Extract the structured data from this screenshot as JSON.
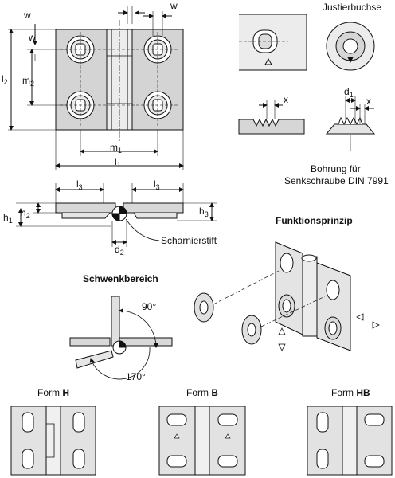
{
  "labels": {
    "w_top": "w",
    "w_top_right": "w",
    "w_left": "w",
    "l2": "l",
    "l2_sub": "2",
    "m2": "m",
    "m2_sub": "2",
    "m1": "m",
    "m1_sub": "1",
    "l1": "l",
    "l1_sub": "1",
    "l3_left": "l",
    "l3_left_sub": "3",
    "l3_right": "l",
    "l3_right_sub": "3",
    "h1": "h",
    "h1_sub": "1",
    "h2": "h",
    "h2_sub": "2",
    "h3": "h",
    "h3_sub": "3",
    "d2": "d",
    "d2_sub": "2",
    "d1": "d",
    "d1_sub": "1",
    "x_left": "x",
    "x_right": "x",
    "scharnierstift": "Scharnierstift",
    "justierbuchse": "Justierbuchse",
    "bohrung_line1": "Bohrung für",
    "bohrung_line2": "Senkschraube DIN 7991",
    "funktionsprinzip": "Funktionsprinzip",
    "schwenkbereich": "Schwenkbereich",
    "angle_90": "90°",
    "angle_170": "170°"
  },
  "forms": [
    {
      "prefix": "Form",
      "code": "H"
    },
    {
      "prefix": "Form",
      "code": "B"
    },
    {
      "prefix": "Form",
      "code": "HB"
    }
  ]
}
